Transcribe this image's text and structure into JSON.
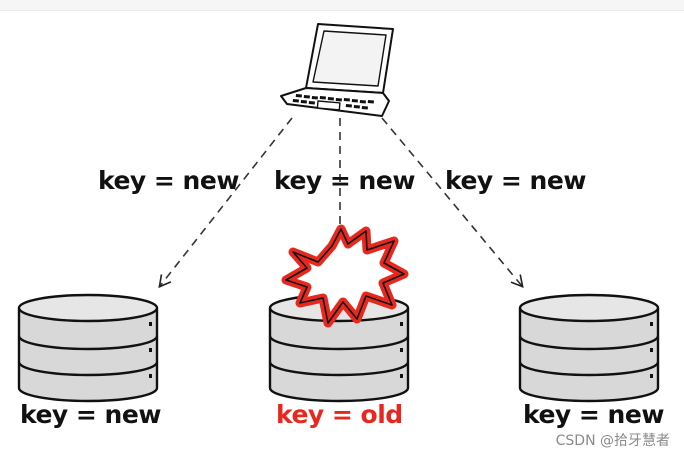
{
  "arrow_labels": {
    "left": "key = new",
    "middle": "key = new",
    "right": "key = new"
  },
  "databases": {
    "left": {
      "label": "key = new"
    },
    "middle": {
      "label": "key = old"
    },
    "right": {
      "label": "key = new"
    }
  },
  "colors": {
    "stale_label": "#e8281e",
    "burst": "#e8281e",
    "database_fill": "#d8d8d8"
  },
  "watermark": "CSDN @拾牙慧者"
}
